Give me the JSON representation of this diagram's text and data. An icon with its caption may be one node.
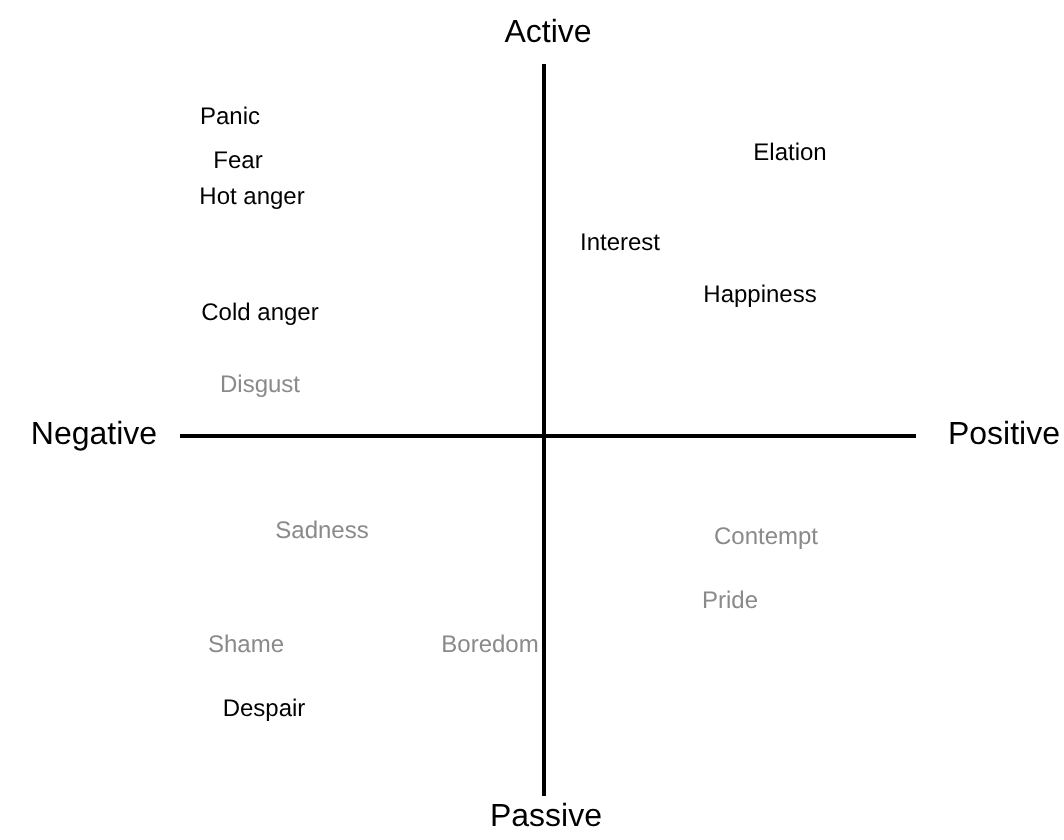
{
  "diagram": {
    "labels": [
      "Active",
      "Panic",
      "Fear",
      "Elation",
      "Hot anger",
      "Interest",
      "Happiness",
      "Cold anger",
      "Disgust",
      "Negative",
      "Positive",
      "Sadness",
      "Contempt",
      "Pride",
      "Shame",
      "Boredom",
      "Despair",
      "Passive"
    ]
  }
}
